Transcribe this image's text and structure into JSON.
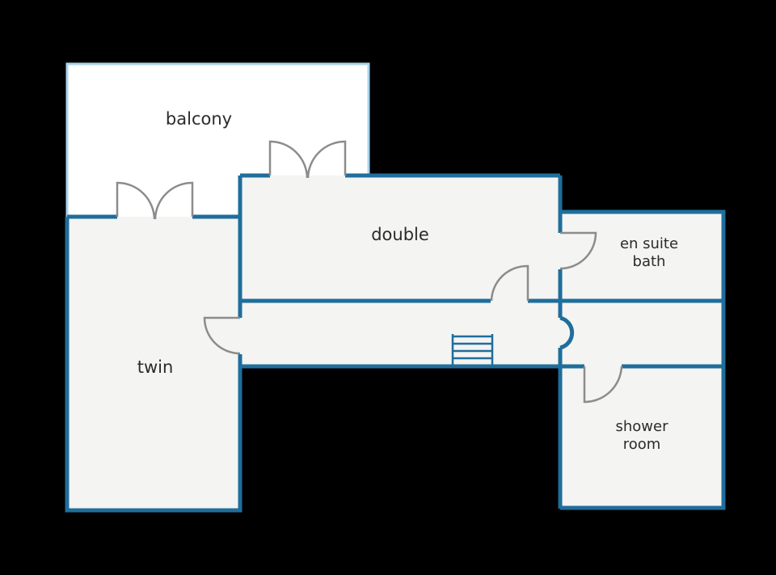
{
  "plan": {
    "rooms": {
      "balcony": "balcony",
      "double": "double",
      "twin": "twin",
      "ensuite_line1": "en suite",
      "ensuite_line2": "bath",
      "shower_line1": "shower",
      "shower_line2": "room"
    }
  },
  "colors": {
    "background": "#000000",
    "floor": "#f4f4f2",
    "balcony_floor": "#ffffff",
    "wall": "#1f6e9c",
    "balcony_edge": "#a9d4ee",
    "door": "#8c8c8c"
  },
  "icons": {
    "stairs": "stairs-icon"
  }
}
